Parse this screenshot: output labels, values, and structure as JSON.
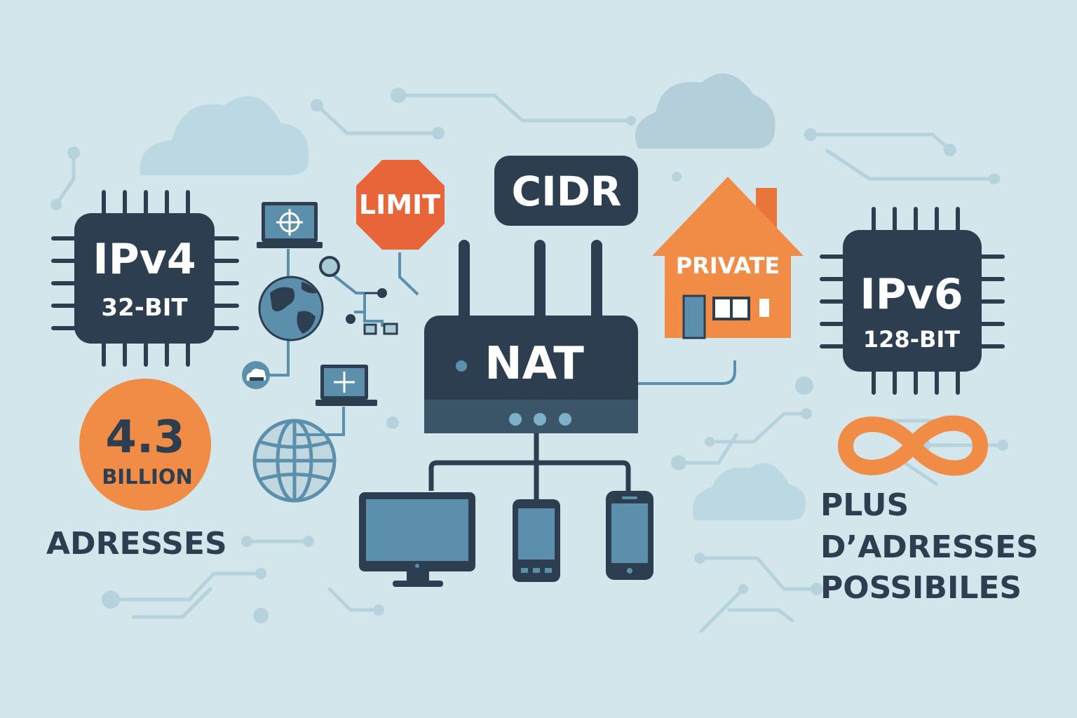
{
  "ipv4": {
    "title": "IPv4",
    "bits": "32-BIT"
  },
  "ipv6": {
    "title": "IPv6",
    "bits": "128-BIT"
  },
  "ipv4_count": {
    "number": "4.3",
    "unit": "BILLION",
    "caption": "ADRESSES"
  },
  "ipv6_caption": {
    "line1": "PLUS",
    "line2": "D’ADRESSES",
    "line3": "POSSIBILES"
  },
  "nat": {
    "label": "NAT"
  },
  "cidr": {
    "label": "CIDR"
  },
  "limit": {
    "label": "LIMIT"
  },
  "private": {
    "label": "PRIVATE"
  },
  "colors": {
    "background": "#d3e6ec",
    "navy": "#2c3e4f",
    "orange": "#f08c45",
    "red_orange": "#e8653a",
    "steel_blue": "#5b8fab",
    "light_blue": "#a9cbd8"
  },
  "icons": [
    "chip-icon",
    "router-icon",
    "house-icon",
    "stop-sign-icon",
    "globe-icon",
    "laptop-icon",
    "monitor-icon",
    "phone-icon",
    "infinity-icon",
    "cloud-icon",
    "network-tree-icon"
  ]
}
